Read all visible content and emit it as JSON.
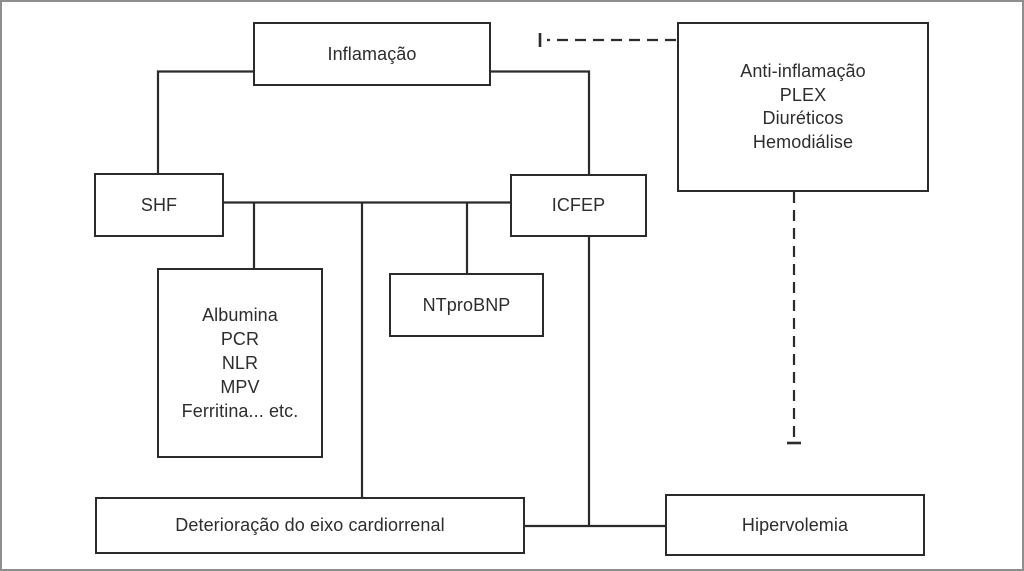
{
  "figure": {
    "type": "flowchart",
    "background_color": "#ffffff",
    "frame_color": "#8e8e8e",
    "line_color": "#2b2b2b",
    "text_color": "#2d2d2d",
    "nodes": {
      "inflamacao": {
        "label": "Inflamação"
      },
      "anti_therapy": {
        "label": "Anti-inflamação\nPLEX\nDiuréticos\nHemodiálise"
      },
      "shf": {
        "label": "SHF"
      },
      "icfep": {
        "label": "ICFEP"
      },
      "biomarkers": {
        "label": "Albumina\nPCR\nNLR\nMPV\nFerritina... etc."
      },
      "ntprobnp": {
        "label": "NTproBNP"
      },
      "deterioracao": {
        "label": "Deterioração do eixo cardiorrenal"
      },
      "hipervolemia": {
        "label": "Hipervolemia"
      }
    },
    "edges": [
      {
        "from": "inflamacao",
        "to": "shf",
        "style": "solid-elbow"
      },
      {
        "from": "inflamacao",
        "to": "icfep",
        "style": "solid-elbow"
      },
      {
        "from": "shf",
        "to": "icfep",
        "style": "solid-horizontal"
      },
      {
        "from": "shf-icfep-line",
        "to": "biomarkers",
        "style": "solid-drop"
      },
      {
        "from": "shf-icfep-line",
        "to": "deterioracao",
        "style": "solid-drop"
      },
      {
        "from": "shf-icfep-line",
        "to": "ntprobnp",
        "style": "solid-drop"
      },
      {
        "from": "icfep",
        "to": "deterioracao-hipervolemia-line",
        "style": "solid-drop"
      },
      {
        "from": "deterioracao",
        "to": "hipervolemia",
        "style": "solid-horizontal"
      },
      {
        "from": "anti_therapy",
        "to": "inflamacao",
        "style": "dashed-inhibition"
      },
      {
        "from": "anti_therapy",
        "to": "hipervolemia",
        "style": "dashed-inhibition"
      }
    ]
  }
}
